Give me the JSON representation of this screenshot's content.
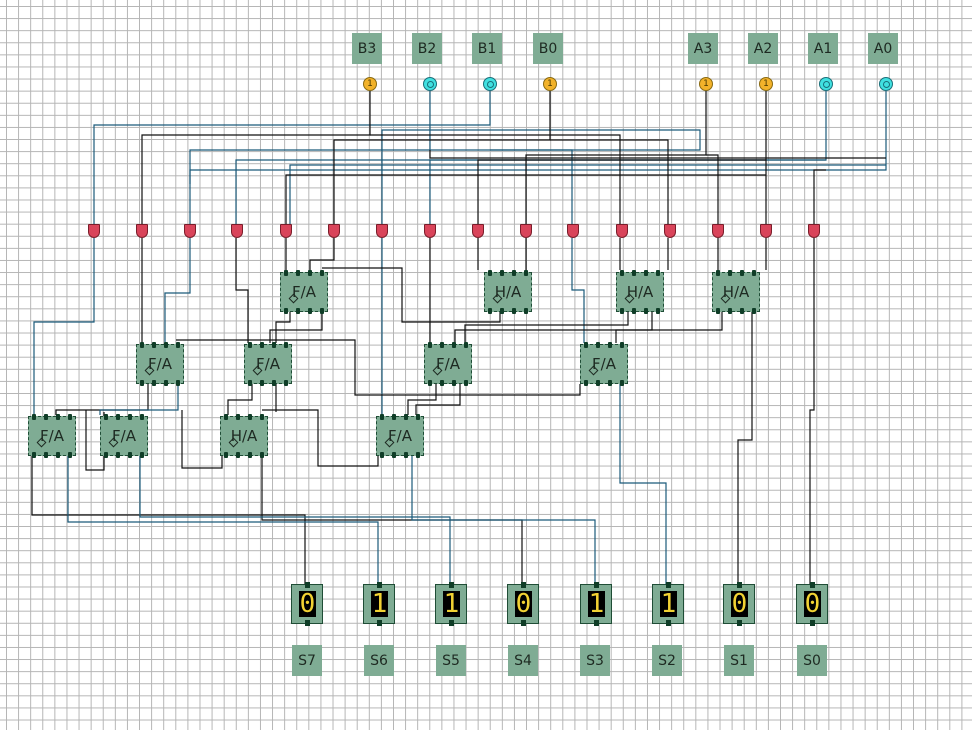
{
  "circuit": {
    "title": "4-bit x 4-bit binary multiplier",
    "inputs_b": [
      {
        "label": "B3",
        "value": "1",
        "state": "on"
      },
      {
        "label": "B2",
        "value": "0",
        "state": "off"
      },
      {
        "label": "B1",
        "value": "0",
        "state": "off"
      },
      {
        "label": "B0",
        "value": "1",
        "state": "on"
      }
    ],
    "inputs_a": [
      {
        "label": "A3",
        "value": "1",
        "state": "on"
      },
      {
        "label": "A2",
        "value": "1",
        "state": "on"
      },
      {
        "label": "A1",
        "value": "0",
        "state": "off"
      },
      {
        "label": "A0",
        "value": "0",
        "state": "off"
      }
    ],
    "and_gate_count": 16,
    "adders": [
      {
        "type": "F/A"
      },
      {
        "type": "H/A"
      },
      {
        "type": "H/A"
      },
      {
        "type": "H/A"
      },
      {
        "type": "F/A"
      },
      {
        "type": "F/A"
      },
      {
        "type": "F/A"
      },
      {
        "type": "F/A"
      },
      {
        "type": "F/A"
      },
      {
        "type": "F/A"
      },
      {
        "type": "H/A"
      },
      {
        "type": "F/A"
      }
    ],
    "outputs": [
      {
        "label": "S7",
        "value": "0"
      },
      {
        "label": "S6",
        "value": "1"
      },
      {
        "label": "S5",
        "value": "1"
      },
      {
        "label": "S4",
        "value": "0"
      },
      {
        "label": "S3",
        "value": "1"
      },
      {
        "label": "S2",
        "value": "1"
      },
      {
        "label": "S1",
        "value": "0"
      },
      {
        "label": "S0",
        "value": "0"
      }
    ],
    "colors": {
      "led_on": "#f2b22a",
      "led_off": "#40e0e0",
      "and_gate": "#d9445a",
      "component": "#7fac94"
    }
  }
}
